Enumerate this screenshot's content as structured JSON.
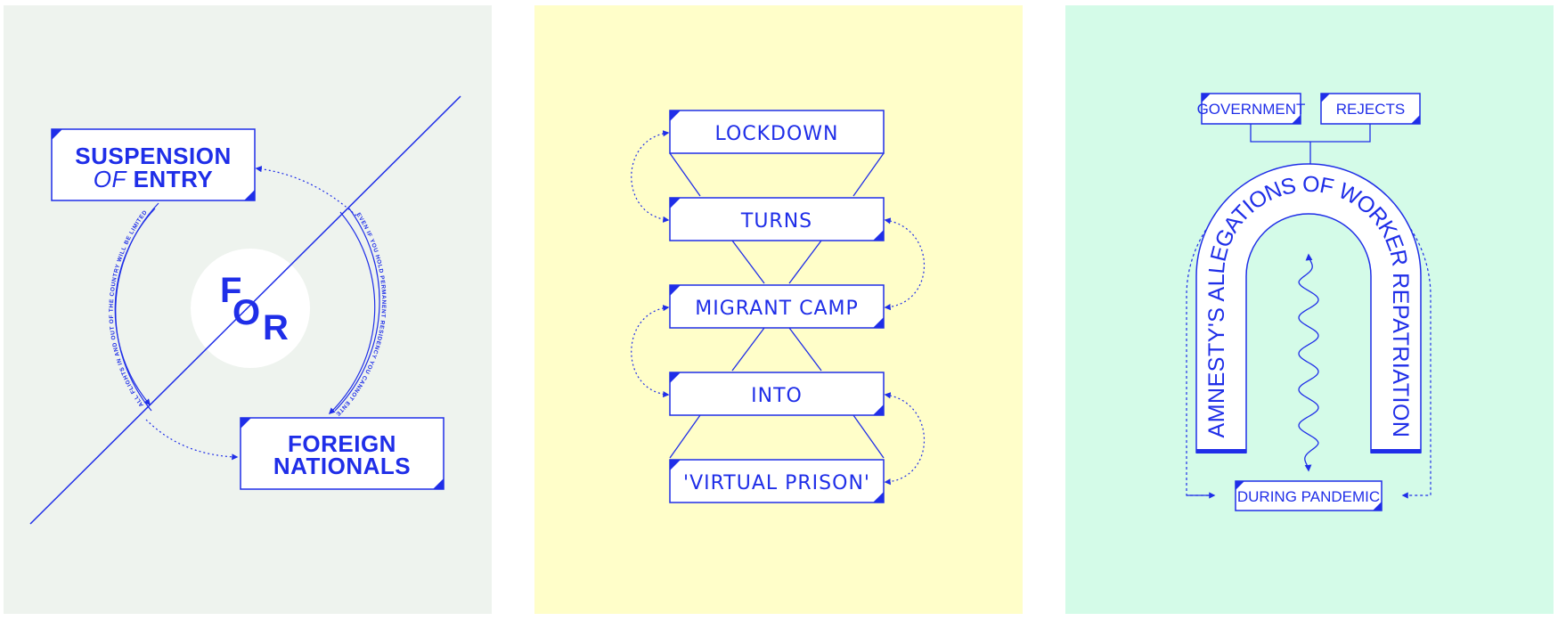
{
  "palette": {
    "ink": "#1f2ee8",
    "panel_1_bg": "#eef3ee",
    "panel_2_bg": "#fffec9",
    "panel_3_bg": "#d4fbe8"
  },
  "panel_1": {
    "box_top": {
      "line1": "SUSPENSION",
      "line2_italic": "OF",
      "line2_rest": "ENTRY"
    },
    "box_bottom": {
      "line1": "FOREIGN",
      "line2": "NATIONALS"
    },
    "center_word": {
      "letter_1": "F",
      "letter_2": "O",
      "letter_3": "R"
    },
    "arc_left_text": "ALL FLIGHTS IN AND OUT OF THE COUNTRY WILL BE LIMITED",
    "arc_right_text": "EVEN IF YOU HOLD PERMANENT RESIDENCY YOU CANNOT ENTER"
  },
  "panel_2": {
    "steps": [
      "LOCKDOWN",
      "TURNS",
      "MIGRANT CAMP",
      "INTO",
      "'VIRTUAL PRISON'"
    ]
  },
  "panel_3": {
    "box_government": "GOVERNMENT",
    "box_rejects": "REJECTS",
    "arch_text": "AMNESTY'S ALLEGATIONS OF WORKER REPATRIATION",
    "box_bottom": "DURING PANDEMIC"
  }
}
